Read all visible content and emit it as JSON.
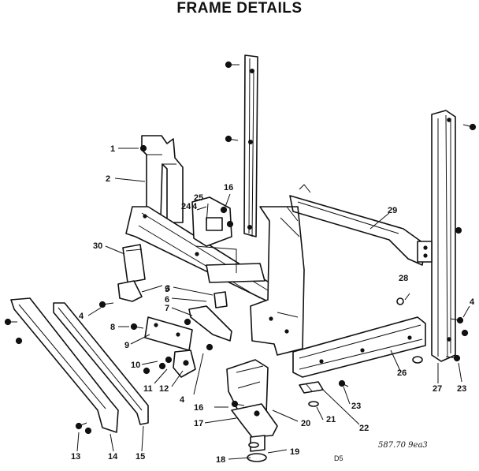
{
  "title": "FRAME DETAILS",
  "callouts": [
    "1",
    "2",
    "3",
    "4",
    "5",
    "6",
    "7",
    "8",
    "9",
    "10",
    "11",
    "12",
    "13",
    "14",
    "15",
    "16",
    "17",
    "18",
    "19",
    "20",
    "21",
    "22",
    "23",
    "24",
    "25",
    "26",
    "27",
    "28",
    "29",
    "30"
  ],
  "footer": {
    "code": "D5",
    "handwritten": "587.70 9ea3"
  }
}
